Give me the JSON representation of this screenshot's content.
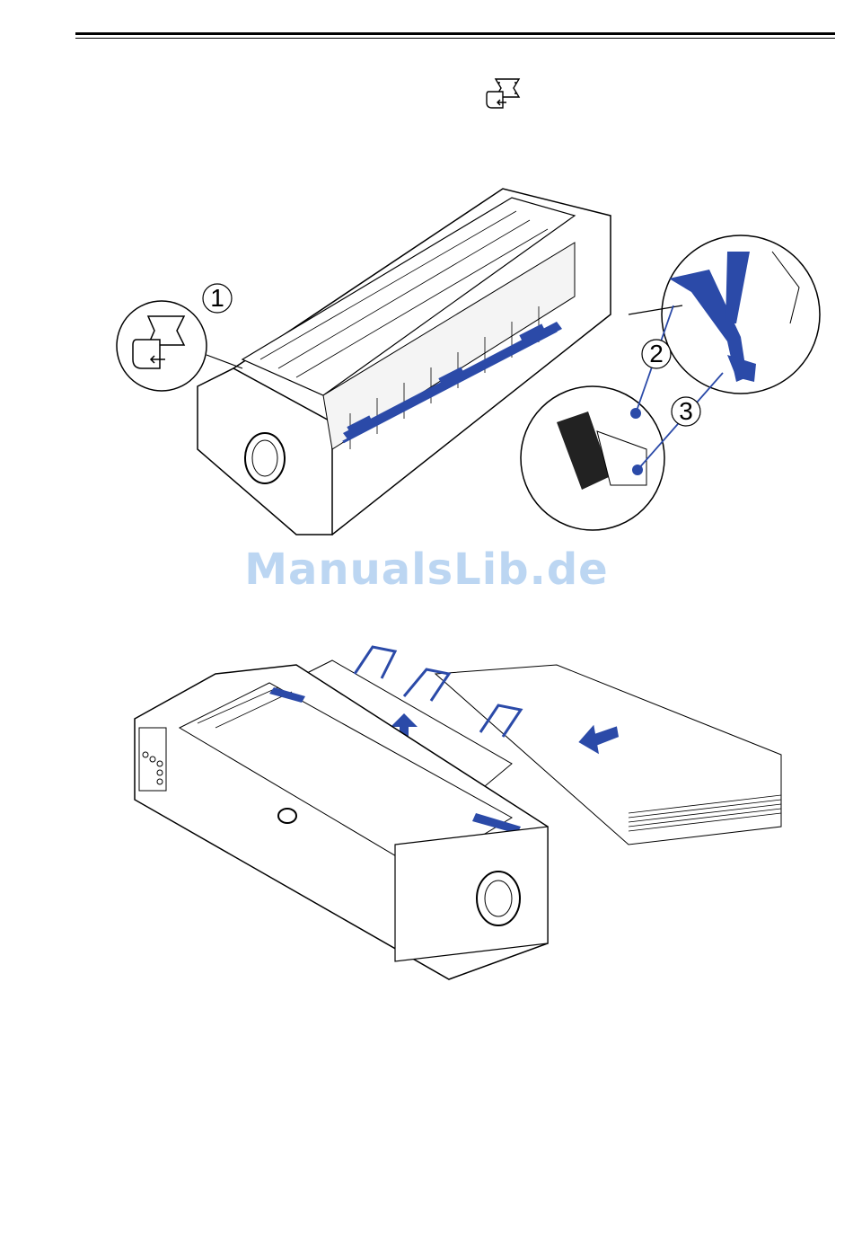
{
  "watermark": "ManualsLib.de",
  "callouts": [
    "1",
    "2",
    "3"
  ],
  "icons": {
    "header": "tractor-feed-mode-icon",
    "callout_1": "tractor-feed-mode-icon"
  },
  "colors": {
    "accent": "#2b4aa8",
    "line": "#000000",
    "watermark": "#bcd6f2"
  }
}
